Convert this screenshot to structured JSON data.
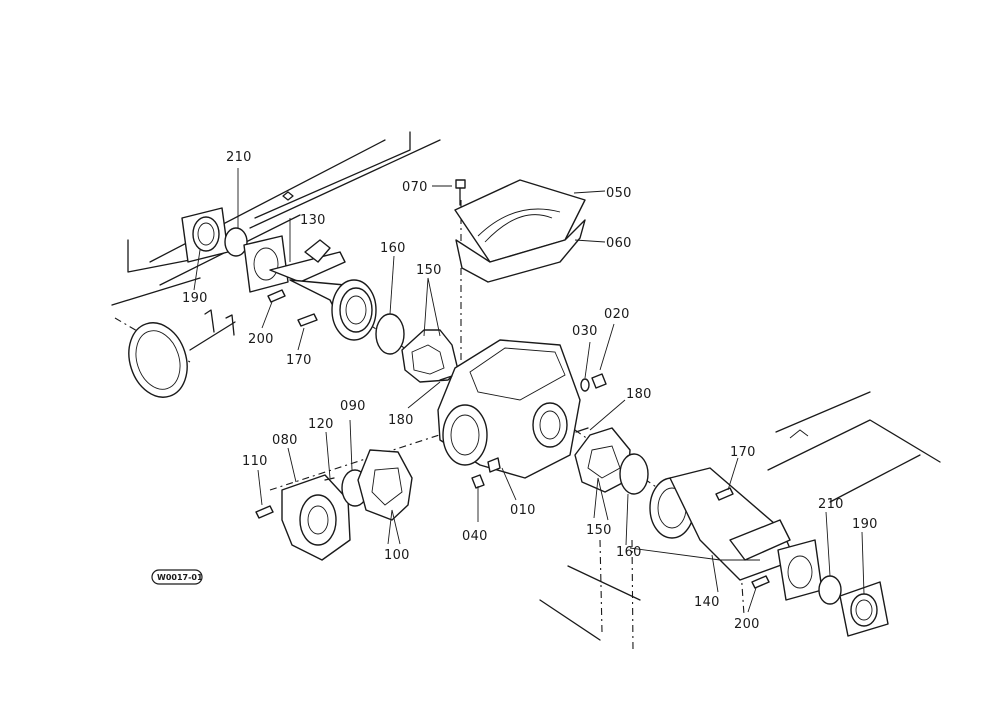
{
  "diagram_code": "W0017-01",
  "labels": [
    {
      "id": "210-a",
      "text": "210"
    },
    {
      "id": "130",
      "text": "130"
    },
    {
      "id": "070",
      "text": "070"
    },
    {
      "id": "050",
      "text": "050"
    },
    {
      "id": "060",
      "text": "060"
    },
    {
      "id": "160-a",
      "text": "160"
    },
    {
      "id": "150-a",
      "text": "150"
    },
    {
      "id": "190-a",
      "text": "190"
    },
    {
      "id": "200-a",
      "text": "200"
    },
    {
      "id": "170-a",
      "text": "170"
    },
    {
      "id": "030",
      "text": "030"
    },
    {
      "id": "020",
      "text": "020"
    },
    {
      "id": "180-a",
      "text": "180"
    },
    {
      "id": "180-b",
      "text": "180"
    },
    {
      "id": "120",
      "text": "120"
    },
    {
      "id": "090",
      "text": "090"
    },
    {
      "id": "080",
      "text": "080"
    },
    {
      "id": "110",
      "text": "110"
    },
    {
      "id": "100",
      "text": "100"
    },
    {
      "id": "040",
      "text": "040"
    },
    {
      "id": "010",
      "text": "010"
    },
    {
      "id": "170-b",
      "text": "170"
    },
    {
      "id": "210-b",
      "text": "210"
    },
    {
      "id": "190-b",
      "text": "190"
    },
    {
      "id": "150-b",
      "text": "150"
    },
    {
      "id": "160-b",
      "text": "160"
    },
    {
      "id": "140",
      "text": "140"
    },
    {
      "id": "200-b",
      "text": "200"
    }
  ]
}
